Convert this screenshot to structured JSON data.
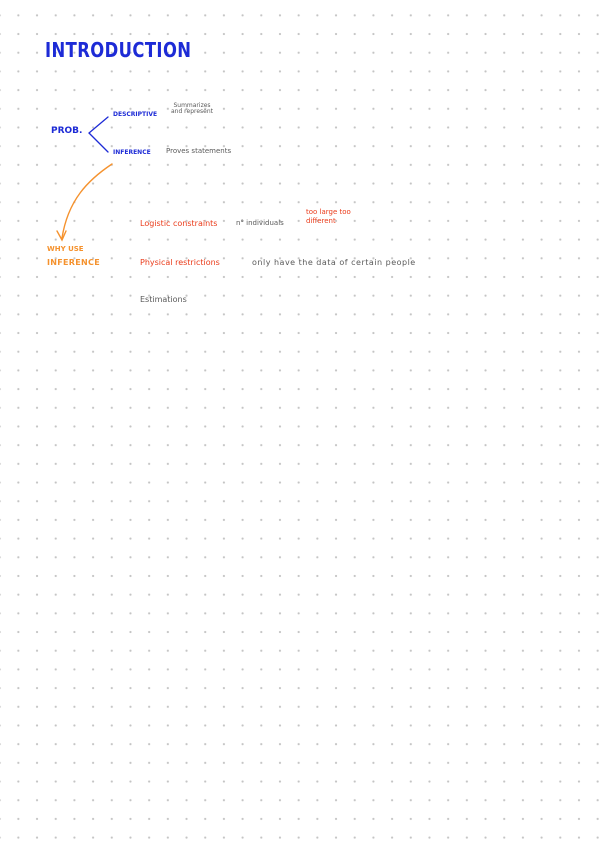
{
  "colors": {
    "blue": "#1d2bd6",
    "orange": "#f5922e",
    "red": "#ea3b1a",
    "gray": "#5a5a5a"
  },
  "title": "INTRODUCTION",
  "prob_label": "PROB.",
  "descriptive": {
    "label": "DESCRIPTIVE",
    "note": "Summarizes and represent"
  },
  "inference": {
    "label": "INFERENCE",
    "note": "Proves statements"
  },
  "why": {
    "line1": "WHY USE",
    "line2": "INFERENCE"
  },
  "logistic": {
    "label": "Logistic constraints",
    "middle": "n° individuals",
    "reasons": "too large too different"
  },
  "physical": {
    "label": "Physical restrictions",
    "note": "only have the data of certain people"
  },
  "estimations": "Estimations"
}
